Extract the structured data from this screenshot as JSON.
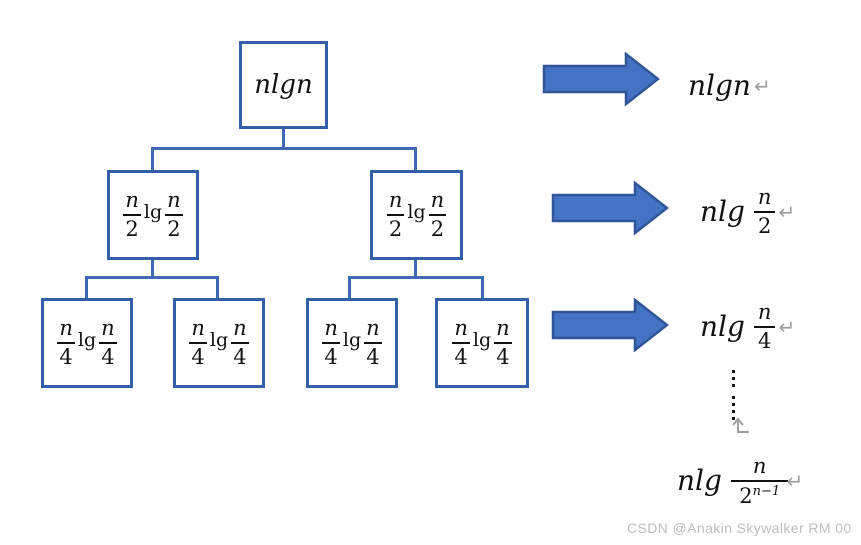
{
  "colors": {
    "box-border": "#3160a8",
    "connector": "#3e6ab5",
    "arrow-fill": "#4472c4",
    "arrow-stroke": "#2f5597",
    "formula-text": "#111111",
    "return-mark": "#9e9e9e",
    "watermark": "#bdbdbd"
  },
  "tree": {
    "root": {
      "formula": "nlgn"
    },
    "level2": {
      "num": "n",
      "den": "2",
      "op": "lg"
    },
    "level3": {
      "num": "n",
      "den": "4",
      "op": "lg"
    }
  },
  "annotations": {
    "row1": {
      "text": "nlgn"
    },
    "row2": {
      "prefix": "nlg",
      "num": "n",
      "den": "2"
    },
    "row3": {
      "prefix": "nlg",
      "num": "n",
      "den": "4"
    },
    "row4": {
      "prefix": "nlg",
      "num": "n",
      "den_base": "2",
      "den_sup": "n−1"
    }
  },
  "icons": {
    "arrow_right": "block-right-arrow",
    "vertical_ellipsis": "⋮",
    "continuation": "up-return-arrow"
  },
  "marks": {
    "return": "↵"
  },
  "watermark": {
    "text": "CSDN @Anakin Skywalker RM 00"
  }
}
